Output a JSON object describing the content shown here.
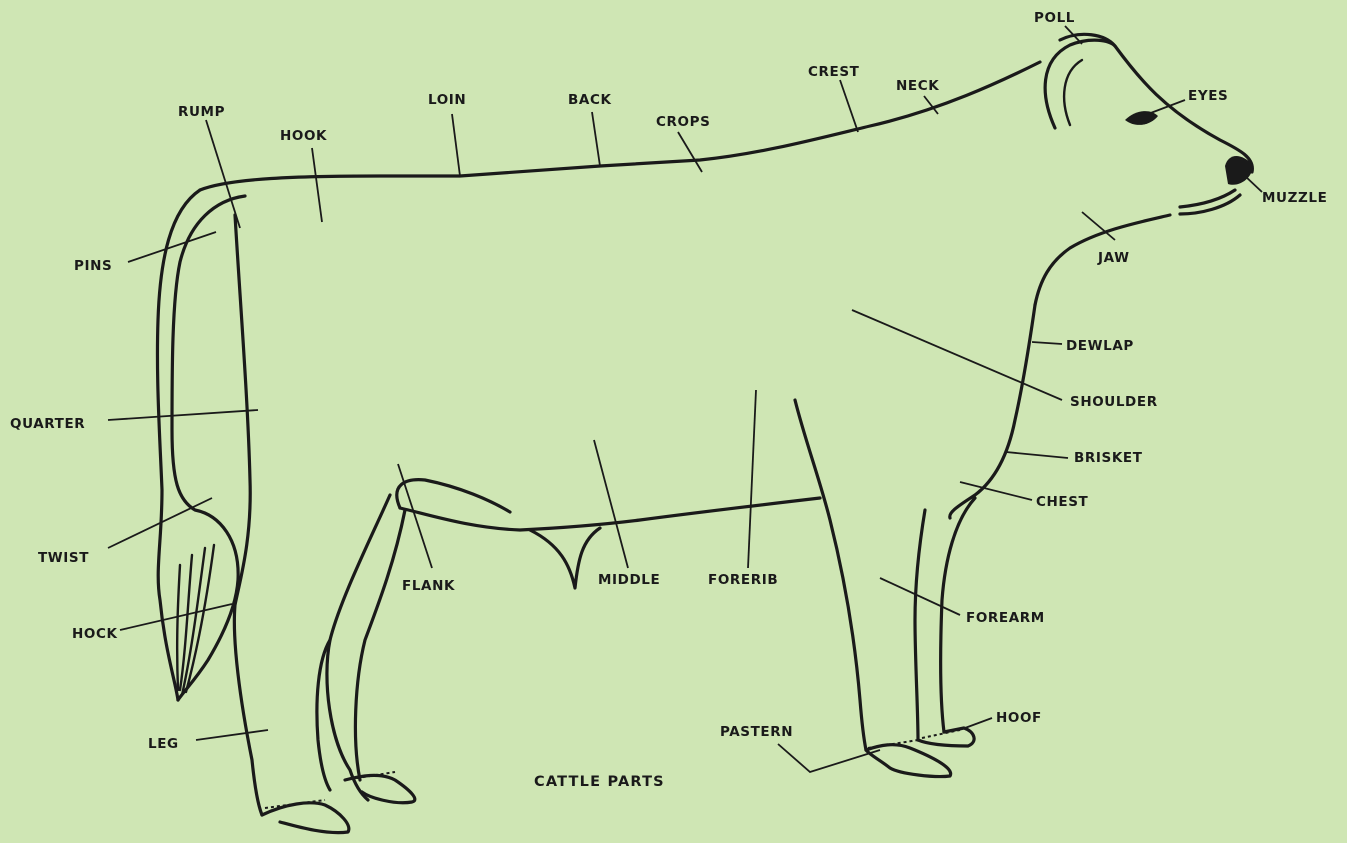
{
  "title": "CATTLE PARTS",
  "labels": {
    "poll": "POLL",
    "eyes": "EYES",
    "muzzle": "MUZZLE",
    "jaw": "JAW",
    "dewlap": "DEWLAP",
    "shoulder": "SHOULDER",
    "brisket": "BRISKET",
    "chest": "CHEST",
    "forearm": "FOREARM",
    "hoof": "HOOF",
    "pastern": "PASTERN",
    "forerib": "FORERIB",
    "middle": "MIDDLE",
    "flank": "FLANK",
    "leg": "LEG",
    "hock": "HOCK",
    "twist": "TWIST",
    "quarter": "QUARTER",
    "pins": "PINS",
    "rump": "RUMP",
    "hook": "HOOK",
    "loin": "LOIN",
    "back": "BACK",
    "crops": "CROPS",
    "crest": "CREST",
    "neck": "NECK"
  },
  "colors": {
    "background": "#cfe6b4",
    "ink": "#1a1a1a"
  }
}
